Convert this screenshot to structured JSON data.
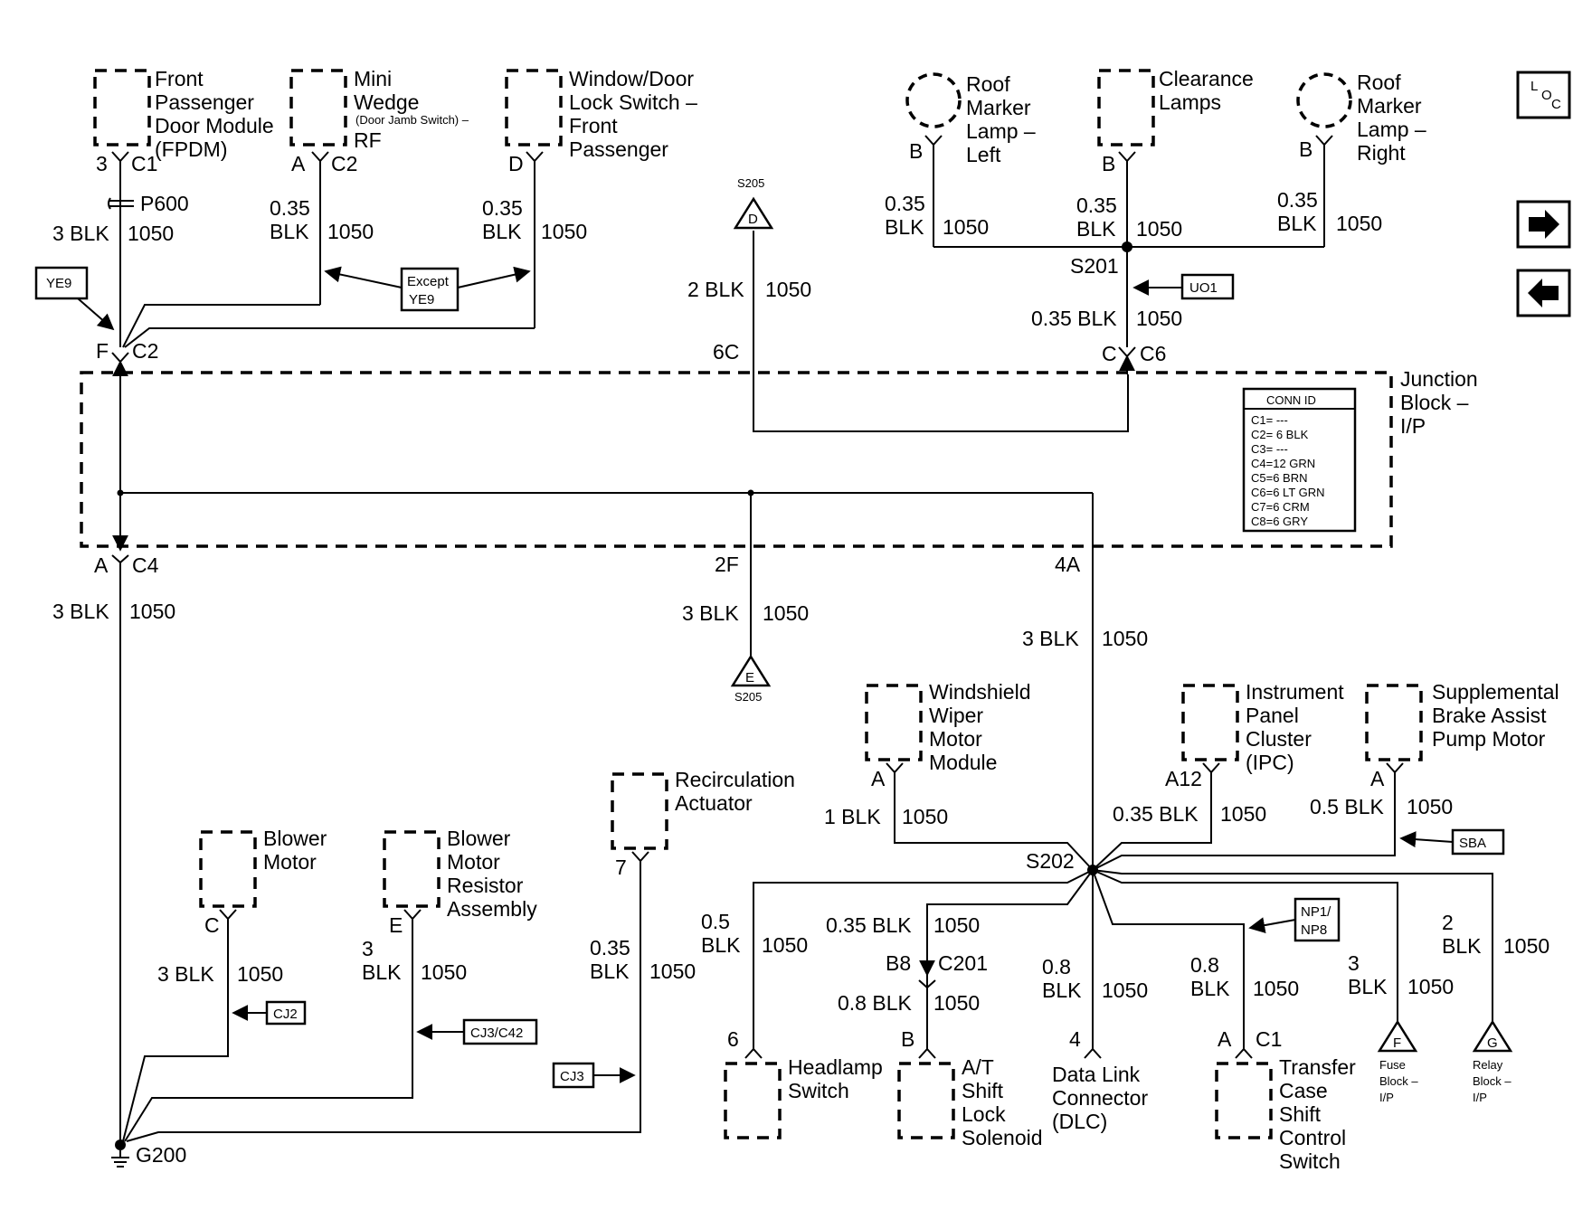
{
  "components": {
    "fpdm": [
      "Front",
      "Passenger",
      "Door Module",
      "(FPDM)"
    ],
    "mini_wedge": [
      "Mini",
      "Wedge"
    ],
    "mini_wedge_sub": "(Door Jamb Switch) –",
    "mini_wedge_rf": "RF",
    "window_lock": [
      "Window/Door",
      "Lock Switch –",
      "Front",
      "Passenger"
    ],
    "roof_left": [
      "Roof",
      "Marker",
      "Lamp –",
      "Left"
    ],
    "clearance": [
      "Clearance",
      "Lamps"
    ],
    "roof_right": [
      "Roof",
      "Marker",
      "Lamp –",
      "Right"
    ],
    "junction_block": [
      "Junction",
      "Block –",
      "I/P"
    ],
    "wiper": [
      "Windshield",
      "Wiper",
      "Motor",
      "Module"
    ],
    "ipc": [
      "Instrument",
      "Panel",
      "Cluster",
      "(IPC)"
    ],
    "brake_pump": [
      "Supplemental",
      "Brake Assist",
      "Pump Motor"
    ],
    "recirc": [
      "Recirculation",
      "Actuator"
    ],
    "blower_motor": [
      "Blower",
      "Motor"
    ],
    "blower_resistor": [
      "Blower",
      "Motor",
      "Resistor",
      "Assembly"
    ],
    "headlamp": [
      "Headlamp",
      "Switch"
    ],
    "shift_lock": [
      "A/T",
      "Shift",
      "Lock",
      "Solenoid"
    ],
    "dlc": [
      "Data Link",
      "Connector",
      "(DLC)"
    ],
    "transfer_case": [
      "Transfer",
      "Case",
      "Shift",
      "Control",
      "Switch"
    ],
    "fuse_block": [
      "Fuse",
      "Block –",
      "I/P"
    ],
    "relay_block": [
      "Relay",
      "Block –",
      "I/P"
    ]
  },
  "pins": {
    "fpdm_pin": "3",
    "fpdm_conn": "C1",
    "wedge_pin": "A",
    "wedge_conn": "C2",
    "lock_pin": "D",
    "roof_left_pin": "B",
    "clearance_pin": "B",
    "roof_right_pin": "B",
    "jb_top_pin": "F",
    "jb_top_conn": "C2",
    "jb_6c": "6C",
    "jb_c6_pin": "C",
    "jb_c6_conn": "C6",
    "jb_bottom_pin": "A",
    "jb_bottom_conn": "C4",
    "jb_2f": "2F",
    "jb_4a": "4A",
    "wiper_pin": "A",
    "ipc_pin": "A12",
    "brake_pin": "A",
    "recirc_pin": "7",
    "blower_pin": "C",
    "resistor_pin": "E",
    "headlamp_pin": "6",
    "inline_pin": "B8",
    "inline_conn": "C201",
    "shift_lock_pin": "B",
    "dlc_pin": "4",
    "transfer_pin": "A",
    "transfer_conn": "C1"
  },
  "wires": {
    "fpdm_wire": "3 BLK",
    "c1050": "1050",
    "wedge_size": "0.35",
    "wedge_color": "BLK",
    "lock_size": "0.35",
    "lock_color": "BLK",
    "roof_left_size": "0.35",
    "roof_left_color": "BLK",
    "clearance_size": "0.35",
    "clearance_color": "BLK",
    "roof_right_size": "0.35",
    "roof_right_color": "BLK",
    "s205_wire": "2 BLK",
    "s201_wire": "0.35 BLK",
    "jb_down_wire": "3 BLK",
    "wire_2f": "3 BLK",
    "wire_4a": "3 BLK",
    "wiper_wire": "1 BLK",
    "ipc_wire": "0.35 BLK",
    "brake_wire": "0.5 BLK",
    "recirc_size": "0.35",
    "recirc_color": "BLK",
    "blower_wire": "3 BLK",
    "resistor_size": "3",
    "resistor_color": "BLK",
    "headlamp_size": "0.5",
    "headlamp_color": "BLK",
    "s202_shift_wire": "0.35 BLK",
    "shift_lock_wire": "0.8 BLK",
    "dlc_size": "0.8",
    "dlc_color": "BLK",
    "transfer_size": "0.8",
    "transfer_color": "BLK",
    "fuse_size": "3",
    "fuse_color": "BLK",
    "relay_size": "2",
    "relay_color": "BLK"
  },
  "splices": {
    "s201": "S201",
    "s202": "S202",
    "s205": "S205",
    "p600": "P600",
    "g200": "G200"
  },
  "offpage": {
    "d": "D",
    "e": "E",
    "f": "F",
    "g": "G"
  },
  "options": {
    "ye9": "YE9",
    "except": "Except",
    "except_ye9": "YE9",
    "uo1": "UO1",
    "sba": "SBA",
    "np": [
      "NP1/",
      "NP8"
    ],
    "cj2": "CJ2",
    "cj3c42": "CJ3/C42",
    "cj3": "CJ3"
  },
  "conn_id": {
    "title": "CONN ID",
    "rows": [
      "C1= ---",
      "C2= 6 BLK",
      "C3= ---",
      "C4=12 GRN",
      "C5=6 BRN",
      "C6=6 LT GRN",
      "C7=6 CRM",
      "C8=6 GRY"
    ]
  },
  "nav": {
    "loc_l": "L",
    "loc_o": "O",
    "loc_c": "C",
    "next_icon": "arrow-right-icon",
    "prev_icon": "arrow-left-icon"
  }
}
